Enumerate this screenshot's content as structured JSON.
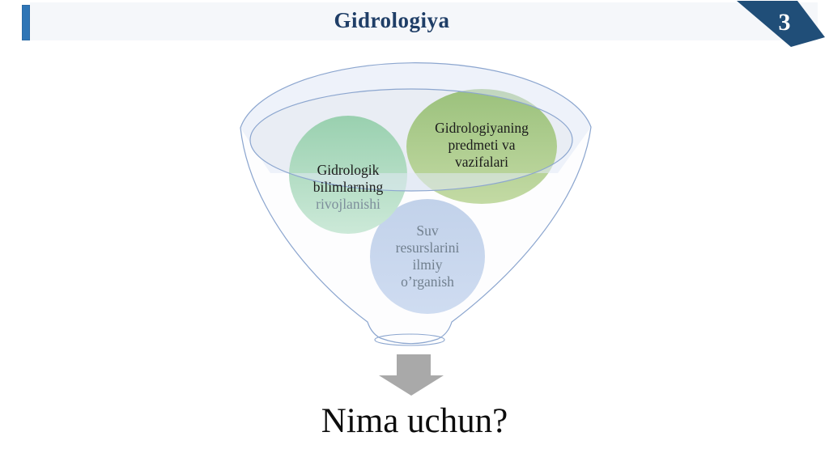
{
  "header": {
    "title": "Gidrologiya",
    "page_number": "3"
  },
  "funnel": {
    "circles": {
      "left": {
        "title": "Gidrologik\nbilimlarning",
        "subtitle": "rivojlanishi"
      },
      "right": {
        "title": "Gidrologiyaning\npredmeti va\nvazifalari"
      },
      "bottom": {
        "title": "Suv\nresurslarini\nilmiy\no’rganish"
      }
    }
  },
  "conclusion": {
    "text": "Nima uchun?"
  },
  "colors": {
    "accent_bar": "#2e75b6",
    "pennant": "#204e78",
    "title_text": "#1f3e67",
    "header_band": "#f5f7fa",
    "funnel_outline": "#8ca6cf",
    "funnel_top_fill": "#e9edf4",
    "circle_left_fill_top": "#99d0af",
    "circle_left_fill_bottom": "#cce9d8",
    "circle_right_fill_top": "#9bc17c",
    "circle_right_fill_bottom": "#c3daa4",
    "circle_bottom_fill": "#c6d5ec",
    "arrow": "#a9a9a9",
    "conclusion_text": "#0d0d0d"
  }
}
